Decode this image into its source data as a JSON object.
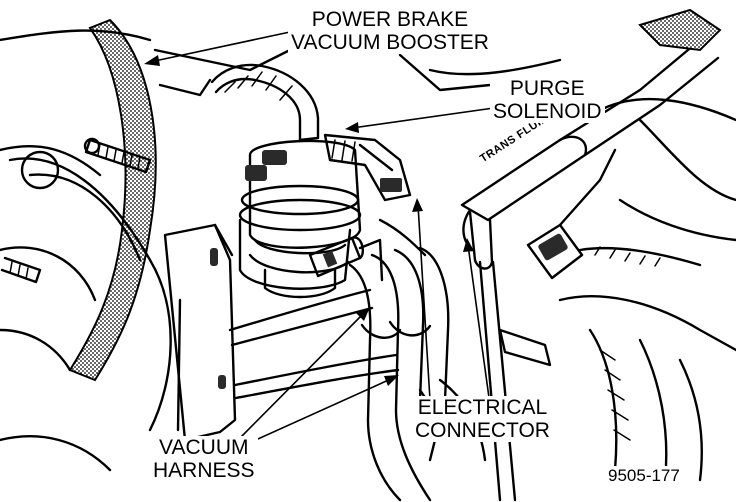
{
  "labels": {
    "power_brake_booster": [
      "POWER BRAKE",
      "VACUUM BOOSTER"
    ],
    "purge_solenoid": [
      "PURGE",
      "SOLENOID"
    ],
    "electrical_connector": [
      "ELECTRICAL",
      "CONNECTOR"
    ],
    "vacuum_harness": [
      "VACUUM",
      "HARNESS"
    ]
  },
  "dipstick_text": "TRANS FLUID",
  "figure_number": "9505-177"
}
